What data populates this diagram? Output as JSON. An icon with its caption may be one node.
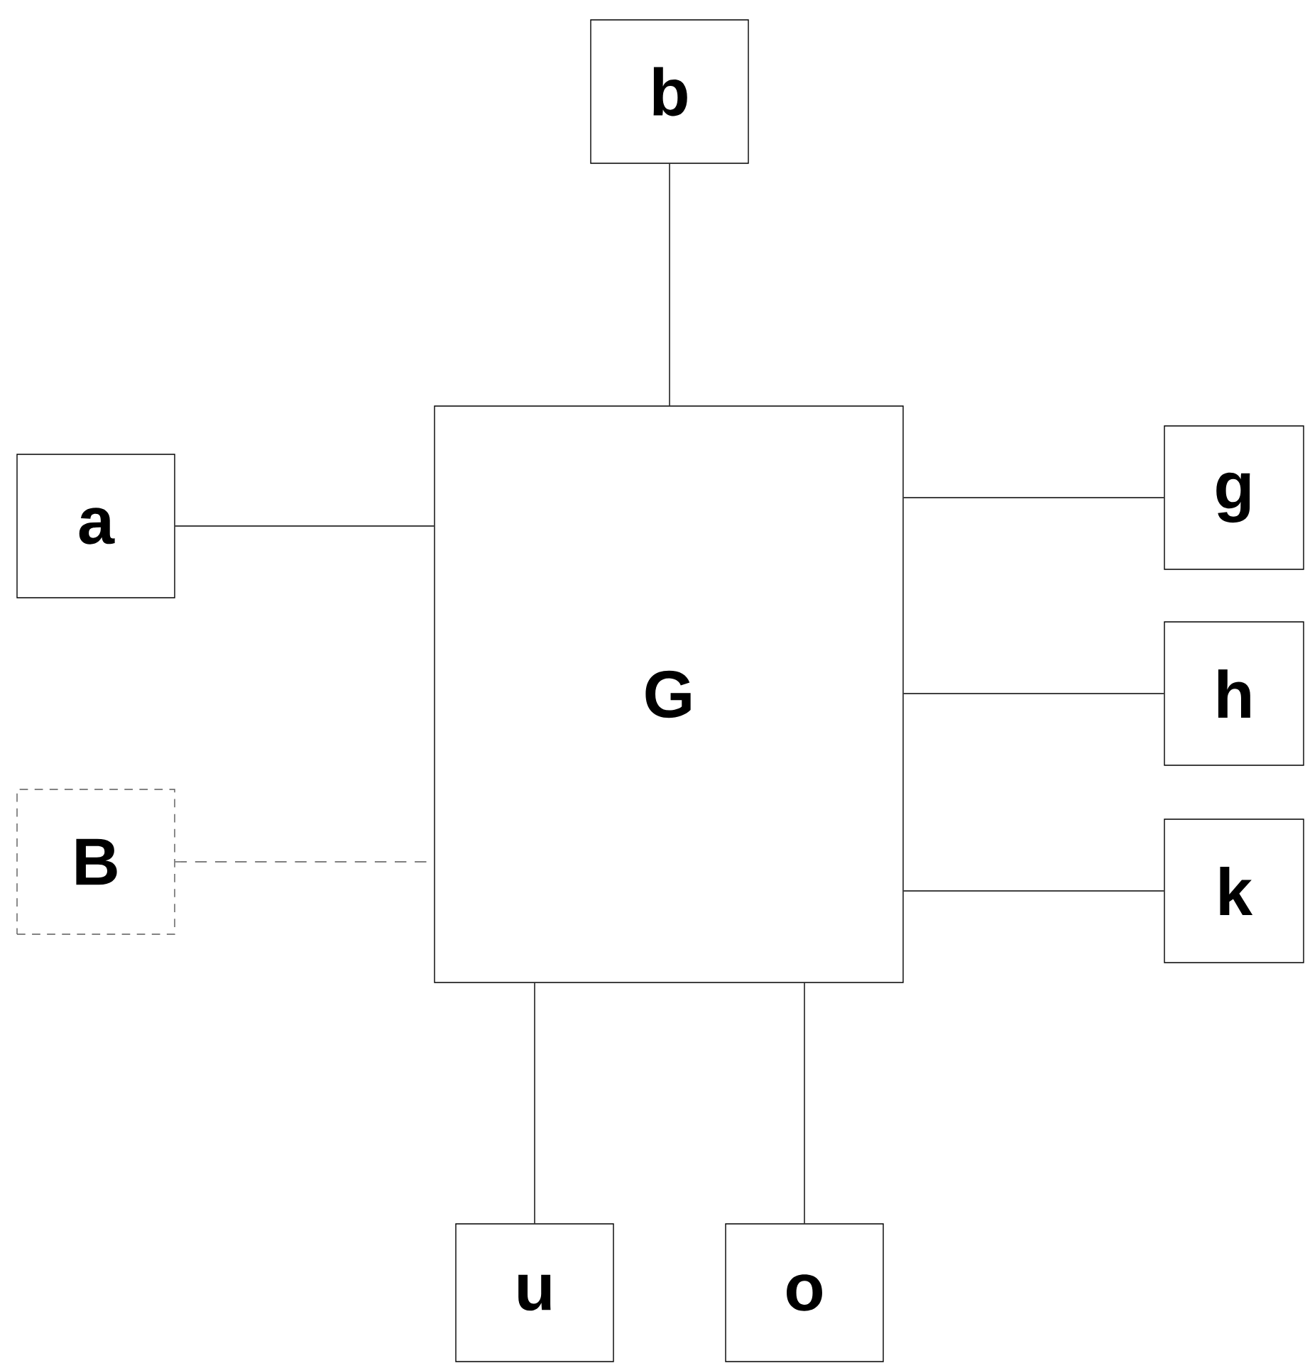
{
  "diagram": {
    "nodes": [
      {
        "text": [
          "b"
        ]
      },
      {
        "text": [
          "a"
        ]
      },
      {
        "text": [
          "g"
        ]
      },
      {
        "text": [
          "G"
        ]
      },
      {
        "text": [
          "h"
        ]
      },
      {
        "text": [
          "B"
        ]
      },
      {
        "text": [
          "k"
        ]
      },
      {
        "text": [
          "u"
        ]
      },
      {
        "text": [
          "o"
        ]
      }
    ],
    "edges": [
      {
        "from": 0,
        "to": 3,
        "arrow": "none"
      },
      {
        "from": 1,
        "to": 3,
        "arrow": "none"
      },
      {
        "from": 2,
        "to": 3,
        "arrow": "none"
      },
      {
        "from": 4,
        "to": 3,
        "arrow": "none"
      },
      {
        "from": 5,
        "to": 3,
        "arrow": "none",
        "style": "dashed",
        "color": "#555555"
      },
      {
        "from": 6,
        "to": 3,
        "arrow": "none"
      },
      {
        "from": 7,
        "to": 3,
        "arrow": "none"
      },
      {
        "from": 8,
        "to": 3,
        "arrow": "none"
      }
    ]
  }
}
